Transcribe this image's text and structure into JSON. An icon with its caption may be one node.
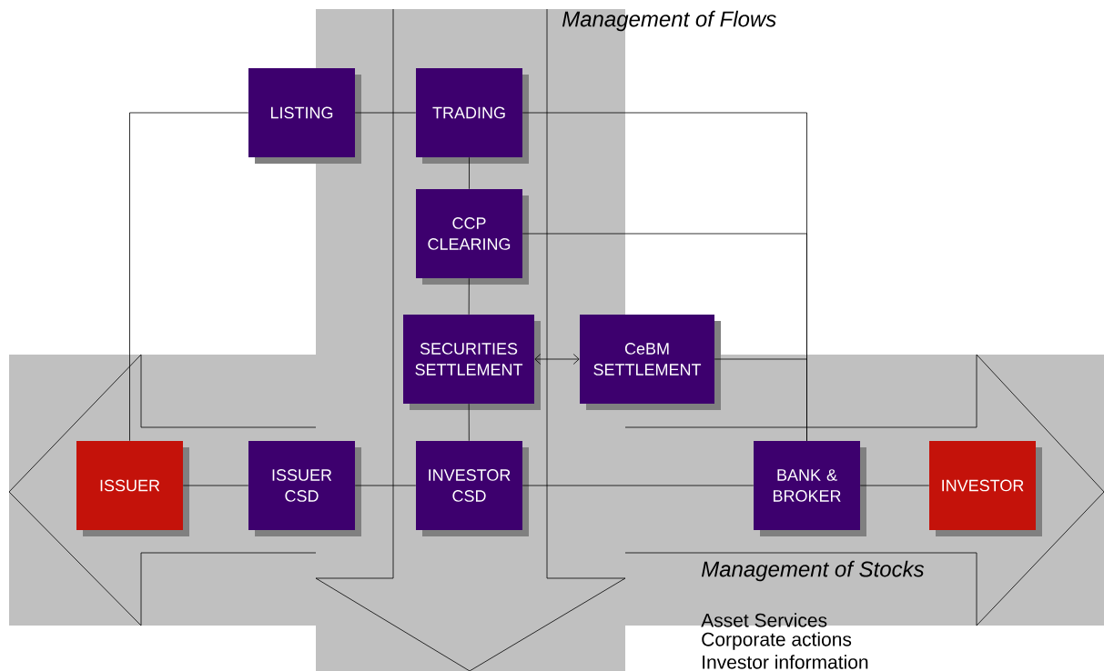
{
  "diagram": {
    "nodes": [
      {
        "text": [
          "LISTING"
        ]
      },
      {
        "text": [
          "TRADING"
        ]
      },
      {
        "text": [
          "CCP CLEARING"
        ]
      },
      {
        "text": [
          "SECURITIES SETTLEMENT"
        ]
      },
      {
        "text": [
          "CeBM SETTLEMENT"
        ]
      },
      {
        "text": [
          "ISSUER"
        ]
      },
      {
        "text": [
          "ISSUER CSD"
        ]
      },
      {
        "text": [
          "INVESTOR CSD"
        ]
      },
      {
        "text": [
          "BANK & BROKER"
        ]
      },
      {
        "text": [
          "INVESTOR"
        ]
      }
    ],
    "edges": [
      {
        "from": 0,
        "to": 5,
        "arrow": "none"
      },
      {
        "from": 0,
        "to": 1,
        "arrow": "none"
      },
      {
        "from": 1,
        "to": 8,
        "arrow": "none"
      },
      {
        "from": 1,
        "to": 2,
        "arrow": "none"
      },
      {
        "from": 2,
        "to": 8,
        "arrow": "none"
      },
      {
        "from": 2,
        "to": 3,
        "arrow": "none"
      },
      {
        "from": 3,
        "to": 4,
        "arrow": "both"
      },
      {
        "from": 4,
        "to": 8,
        "arrow": "none"
      },
      {
        "from": 3,
        "to": 7,
        "arrow": "none"
      },
      {
        "from": 5,
        "to": 6,
        "arrow": "none"
      },
      {
        "from": 6,
        "to": 7,
        "arrow": "none"
      },
      {
        "from": 7,
        "to": 8,
        "arrow": "none"
      },
      {
        "from": 8,
        "to": 9,
        "arrow": "none"
      }
    ],
    "labels": [
      "Management of Flows",
      "Management of Stocks",
      "Asset Services",
      "Corporate actions",
      "Investor information"
    ]
  }
}
